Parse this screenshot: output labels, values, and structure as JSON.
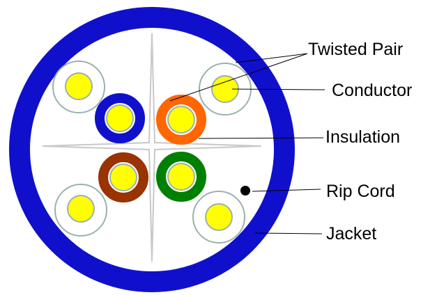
{
  "labels": {
    "twisted_pair": "Twisted Pair",
    "conductor": "Conductor",
    "insulation": "Insulation",
    "rip_cord": "Rip Cord",
    "jacket": "Jacket"
  },
  "colors": {
    "jacket": "#1010cc",
    "conductor": "#ffff00",
    "unshielded_ring": "#9bb0b0",
    "pair_blue": "#1010cc",
    "pair_orange": "#ff6600",
    "pair_brown": "#993300",
    "pair_green": "#008000",
    "separator": "#c8c8c8",
    "rip_cord": "#000000",
    "leader_line": "#000000"
  }
}
